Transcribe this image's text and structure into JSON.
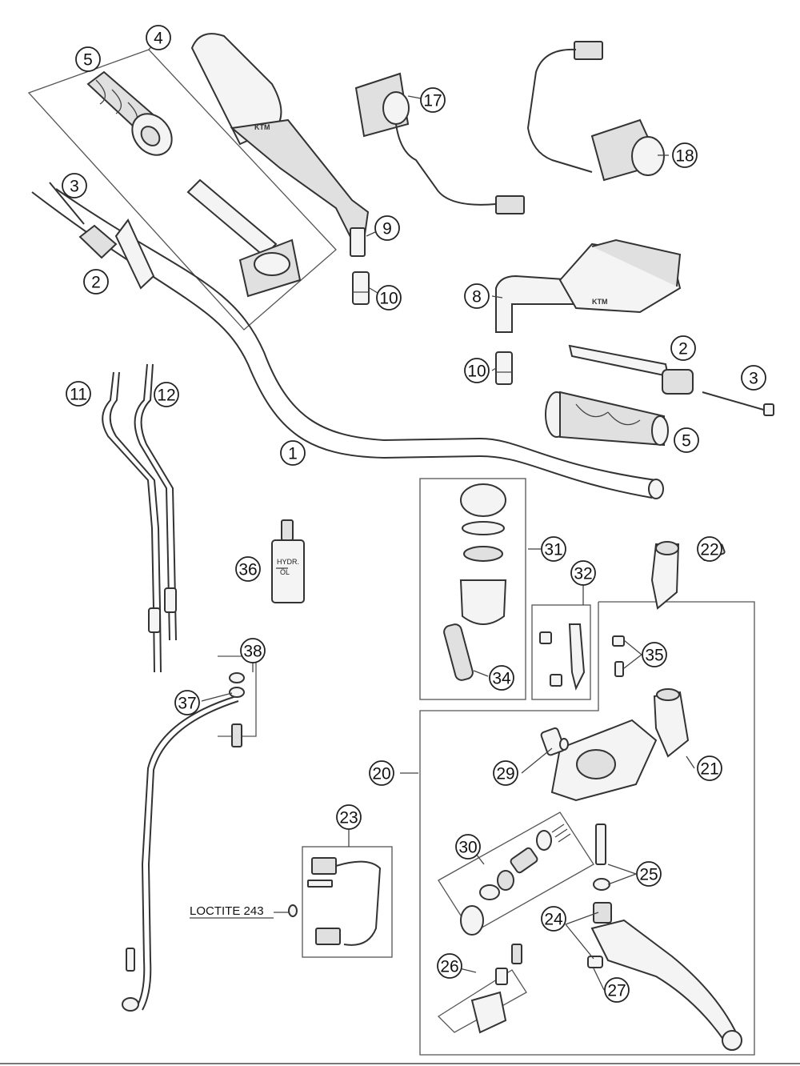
{
  "labels": {
    "c1": "1",
    "c2a": "2",
    "c2b": "2",
    "c3a": "3",
    "c3b": "3",
    "c4": "4",
    "c5a": "5",
    "c5b": "5",
    "c8": "8",
    "c9": "9",
    "c10a": "10",
    "c10b": "10",
    "c11": "11",
    "c12": "12",
    "c17": "17",
    "c18": "18",
    "c20": "20",
    "c21": "21",
    "c22": "22",
    "c23": "23",
    "c24": "24",
    "c25": "25",
    "c26": "26",
    "c27": "27",
    "c29": "29",
    "c30": "30",
    "c31": "31",
    "c32": "32",
    "c34": "34",
    "c35": "35",
    "c36": "36",
    "c37": "37",
    "c38": "38"
  },
  "loctite": "LOCTITE 243",
  "bottle": {
    "line1": "HYDR.",
    "line2": "ÖL"
  },
  "mirror_logo": "KTM"
}
